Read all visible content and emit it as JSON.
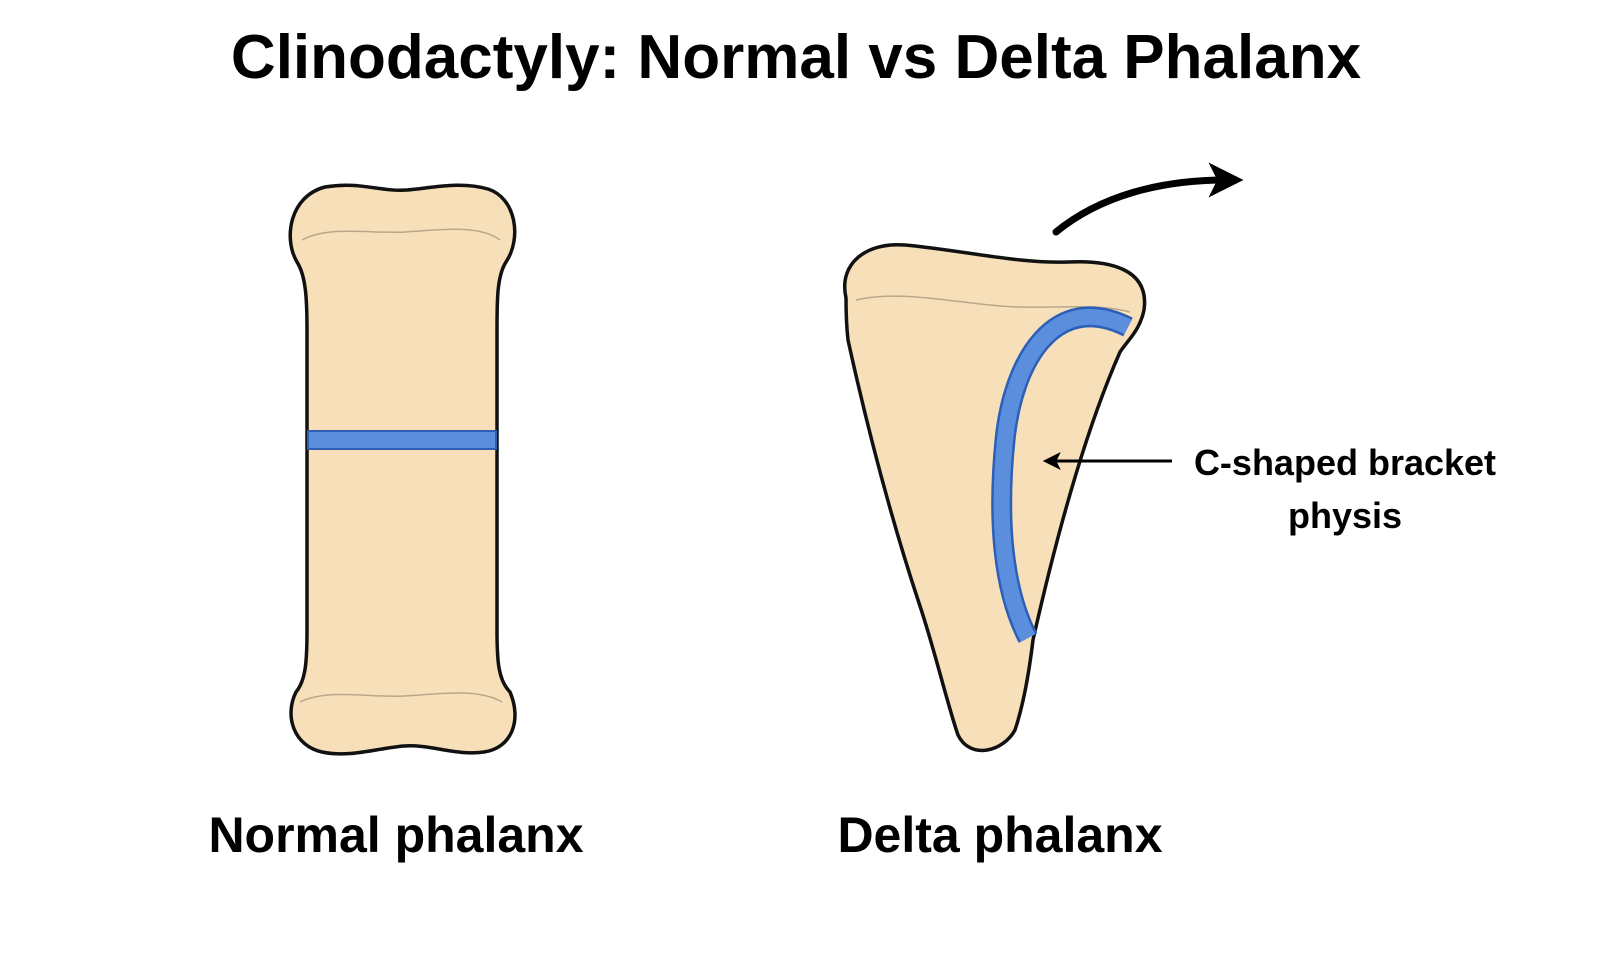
{
  "title": "Clinodactyly: Normal vs Delta Phalanx",
  "normal": {
    "label": "Normal phalanx"
  },
  "delta": {
    "label": "Delta phalanx",
    "callout_line1": "C-shaped bracket",
    "callout_line2": "physis"
  },
  "colors": {
    "bone_fill": "#F7DFB9",
    "bone_outline": "#111111",
    "physis": "#5B8FDD",
    "physis_outline": "#2C5FB8",
    "text": "#000000",
    "background": "#FFFFFF"
  },
  "icons": {
    "deviation_arrow": "curved-arrow-icon",
    "callout_arrow": "arrow-left-icon"
  }
}
